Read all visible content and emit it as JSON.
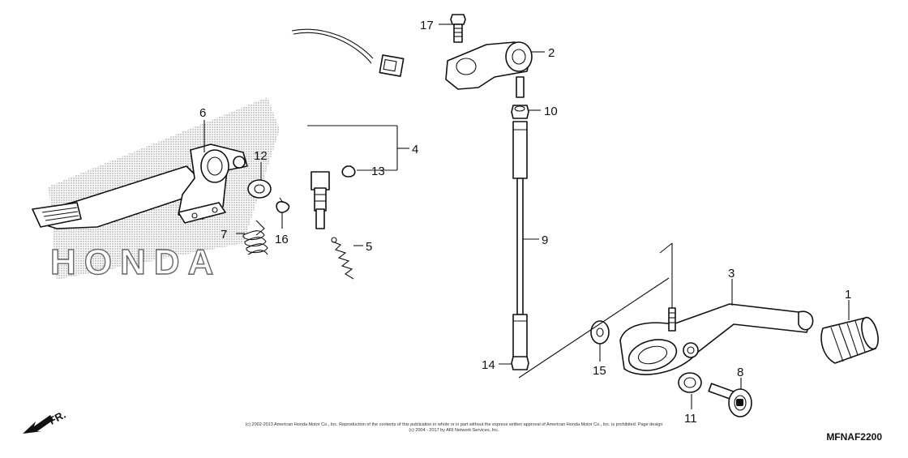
{
  "diagram": {
    "callouts": [
      "1",
      "2",
      "3",
      "4",
      "5",
      "6",
      "7",
      "8",
      "9",
      "10",
      "11",
      "12",
      "13",
      "14",
      "15",
      "16",
      "17"
    ],
    "watermark": "HONDA",
    "direction_label": "FR.",
    "copyright": "(c) 2002-2013 American Honda Motor Co., Inc. Reproduction of the contents of this publication in whole or in part without the express written approval of American Honda Motor Co., Inc. is prohibited. Page design (c) 2004 - 2017 by ARI Network Services, Inc.",
    "diagram_code": "MFNAF2200"
  }
}
